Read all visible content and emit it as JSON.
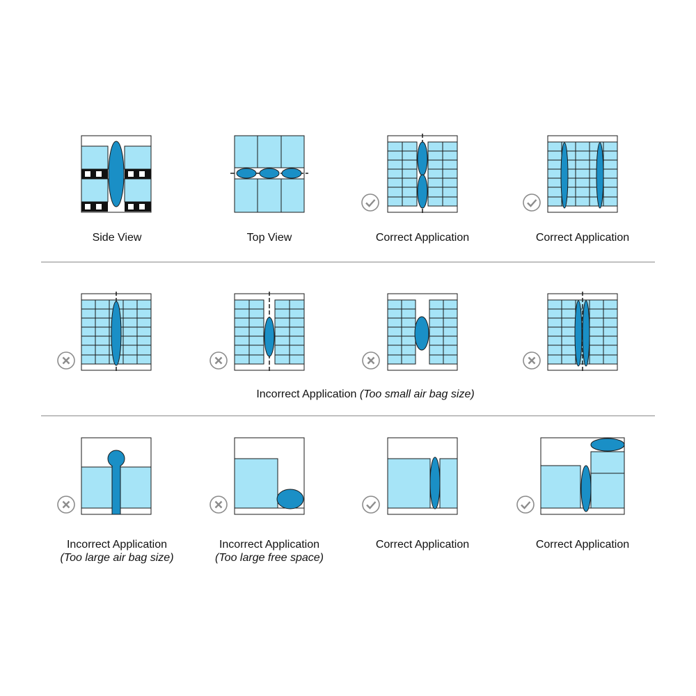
{
  "colors": {
    "box_fill": "#a6e4f7",
    "bag_fill": "#1a8fc6",
    "outline": "#1a1a1a",
    "mark_gray": "#8c8c8c"
  },
  "row1": {
    "labels": [
      "Side View",
      "Top View",
      "Correct Application",
      "Correct Application"
    ],
    "marks": [
      "none",
      "none",
      "check-icon",
      "check-icon"
    ]
  },
  "row2": {
    "caption_main": "Incorrect Application",
    "caption_note": "(Too small air bag size)",
    "marks": [
      "cross-icon",
      "cross-icon",
      "cross-icon",
      "cross-icon"
    ]
  },
  "row3": {
    "items": [
      {
        "label": "Incorrect Application",
        "note": "(Too large air bag size)",
        "mark": "cross-icon"
      },
      {
        "label": "Incorrect Application",
        "note": "(Too large free space)",
        "mark": "cross-icon"
      },
      {
        "label": "Correct Application",
        "note": "",
        "mark": "check-icon"
      },
      {
        "label": "Correct Application",
        "note": "",
        "mark": "check-icon"
      }
    ]
  }
}
